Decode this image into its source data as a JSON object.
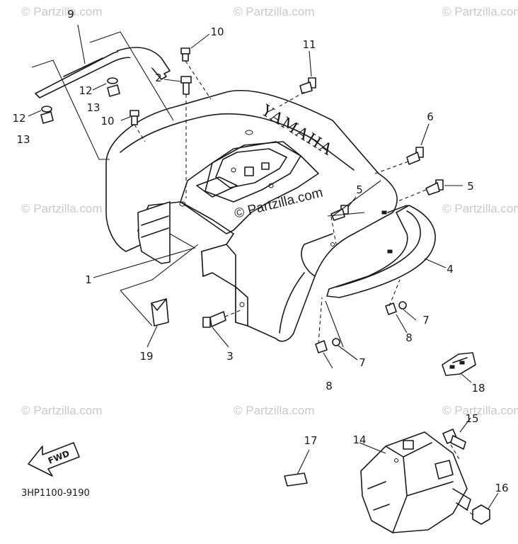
{
  "watermark": {
    "text": "© Partzilla.com"
  },
  "brand_mark": "YAMAHA",
  "diagram_code": "3HP1100-9190",
  "fwd_label": "FWD",
  "callouts": {
    "c1": "1",
    "c2": "2",
    "c3": "3",
    "c4": "4",
    "c5a": "5",
    "c5b": "5",
    "c6": "6",
    "c7a": "7",
    "c7b": "7",
    "c8a": "8",
    "c8b": "8",
    "c9": "9",
    "c10a": "10",
    "c10b": "10",
    "c11": "11",
    "c12a": "12",
    "c12b": "12",
    "c13a": "13",
    "c13b": "13",
    "c14": "14",
    "c15": "15",
    "c16": "16",
    "c17": "17",
    "c18": "18",
    "c19": "19"
  },
  "colors": {
    "ink": "#1a1a1a",
    "watermark": "#c9c9c9",
    "background": "#ffffff"
  }
}
